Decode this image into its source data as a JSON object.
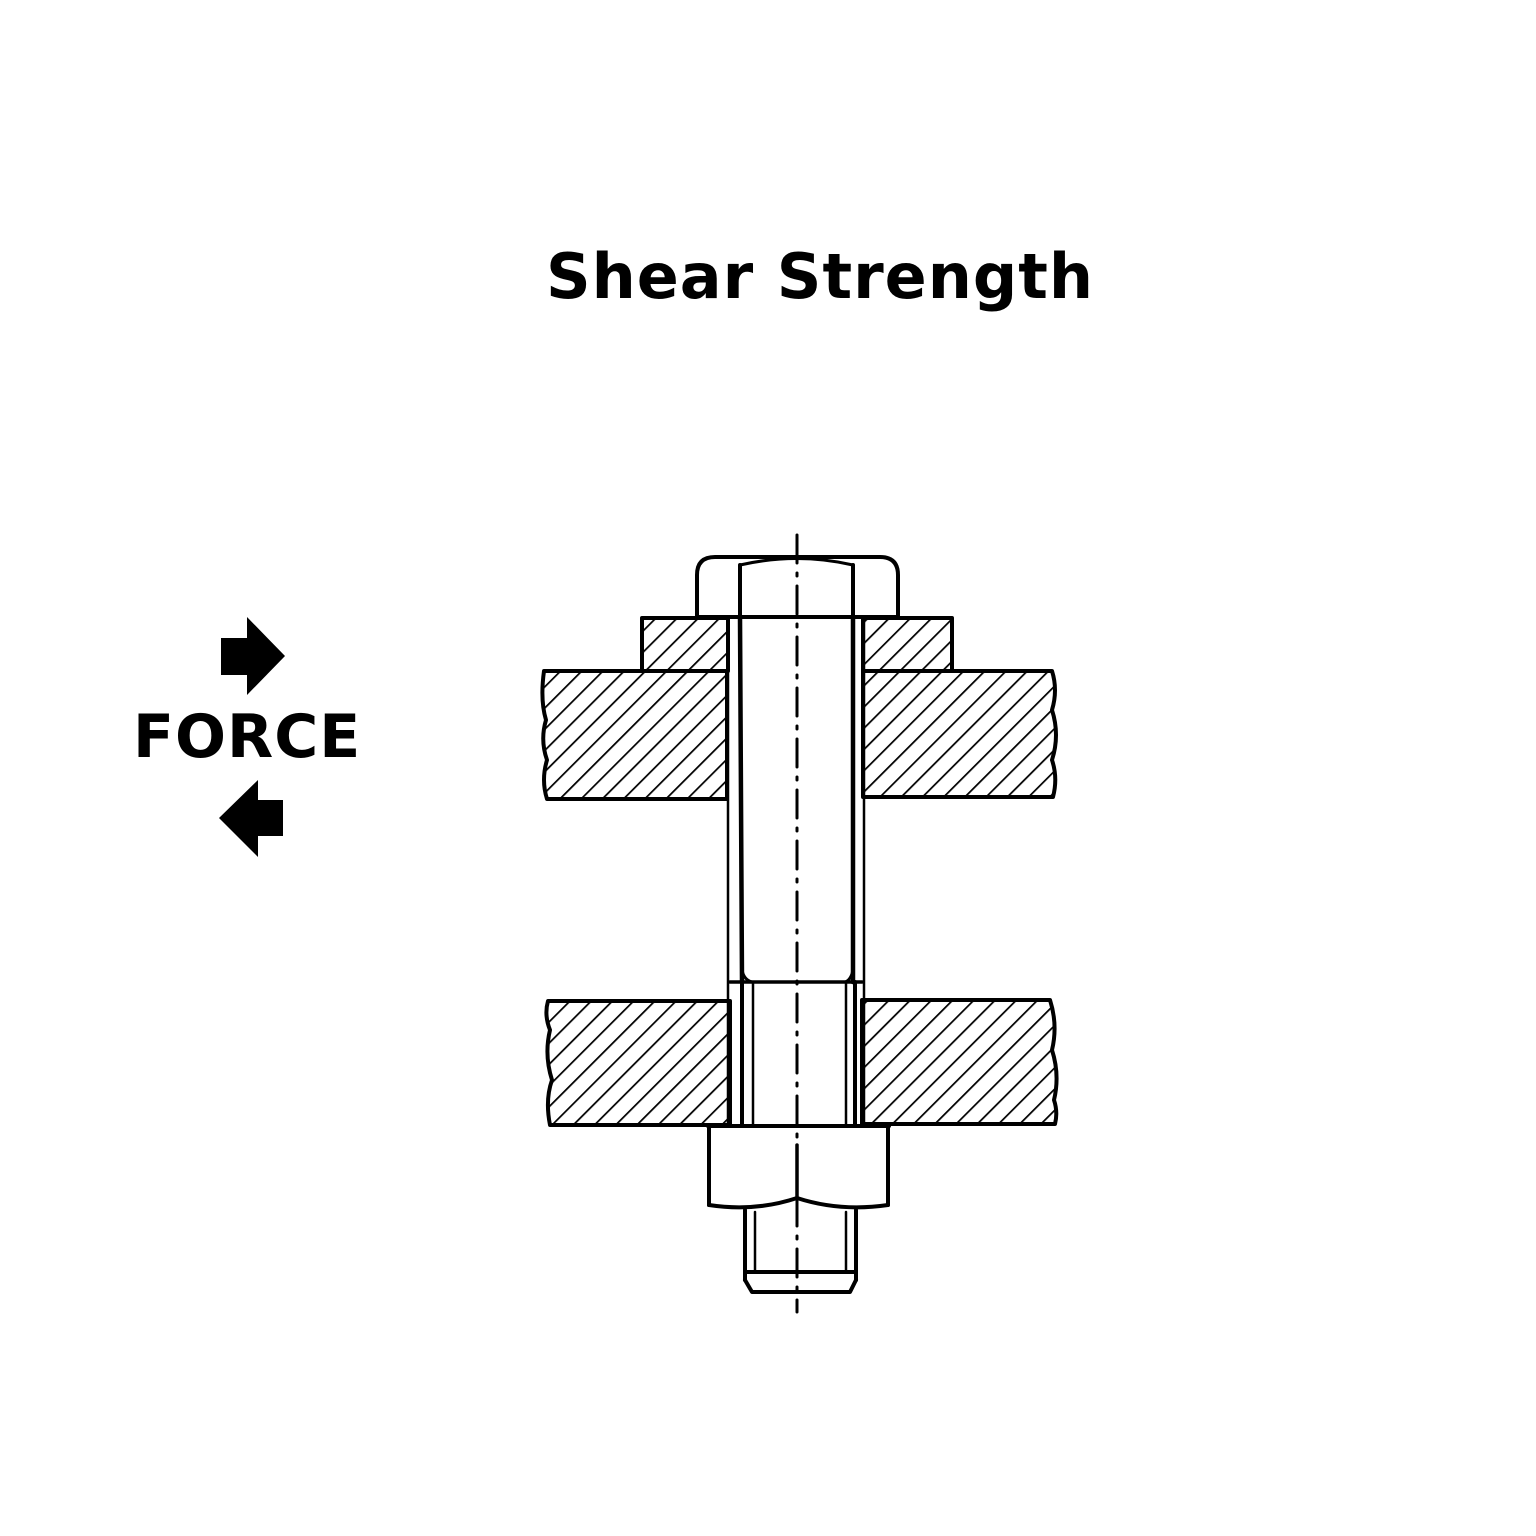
{
  "title": "Shear Strength",
  "force": {
    "label": "FORCE",
    "arrows": [
      {
        "direction": "right",
        "icon": "arrow-right-icon"
      },
      {
        "direction": "left",
        "icon": "arrow-left-icon"
      }
    ]
  },
  "diagram": {
    "subject": "bolt-and-nut joint cross-section",
    "components": [
      "bolt-head",
      "washer",
      "top-plate",
      "bottom-plate",
      "bolt-shank",
      "threaded-section",
      "nut",
      "bolt-tail",
      "centerline"
    ],
    "colors": {
      "stroke": "#000000",
      "background": "#ffffff"
    }
  }
}
